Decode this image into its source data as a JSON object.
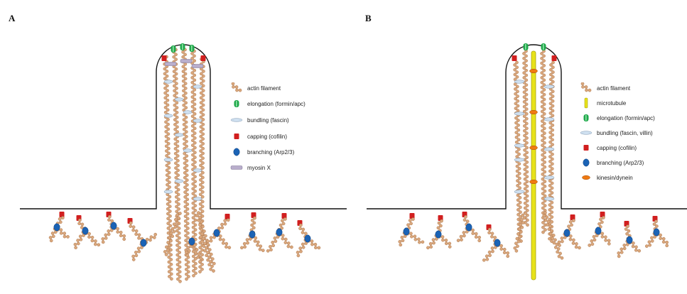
{
  "panels": [
    {
      "letter": "A",
      "legend": [
        {
          "icon": "actin-filament-icon",
          "label": "actin filament"
        },
        {
          "icon": "formin-elongation-icon",
          "label": "elongation (formin/apc)"
        },
        {
          "icon": "fascin-bundling-icon",
          "label": "bundling (fascin)"
        },
        {
          "icon": "cofilin-capping-icon",
          "label": "capping (cofilin)"
        },
        {
          "icon": "arp23-branching-icon",
          "label": "branching (Arp2/3)"
        },
        {
          "icon": "myosin-x-icon",
          "label": "myosin X"
        }
      ]
    },
    {
      "letter": "B",
      "legend": [
        {
          "icon": "actin-filament-icon",
          "label": "actin filament"
        },
        {
          "icon": "microtubule-icon",
          "label": "microtubule"
        },
        {
          "icon": "formin-elongation-icon",
          "label": "elongation (formin/apc)"
        },
        {
          "icon": "fascin-villin-bundling-icon",
          "label": "bundling (fascin, villin)"
        },
        {
          "icon": "cofilin-capping-icon",
          "label": "capping (cofilin)"
        },
        {
          "icon": "arp23-branching-icon",
          "label": "branching (Arp2/3)"
        },
        {
          "icon": "kinesin-dynein-icon",
          "label": "kinesin/dynein"
        }
      ]
    }
  ],
  "colors": {
    "actin": "#d9a77c",
    "actin_dark": "#a87047",
    "formin": "#1fa84a",
    "fascin": "#cfe0f0",
    "cofilin": "#d11f1f",
    "arp23": "#1b63b5",
    "myosin": "#b9aecc",
    "microtubule": "#e7e21a",
    "kinesin": "#ef7a12",
    "membrane": "#111111"
  }
}
